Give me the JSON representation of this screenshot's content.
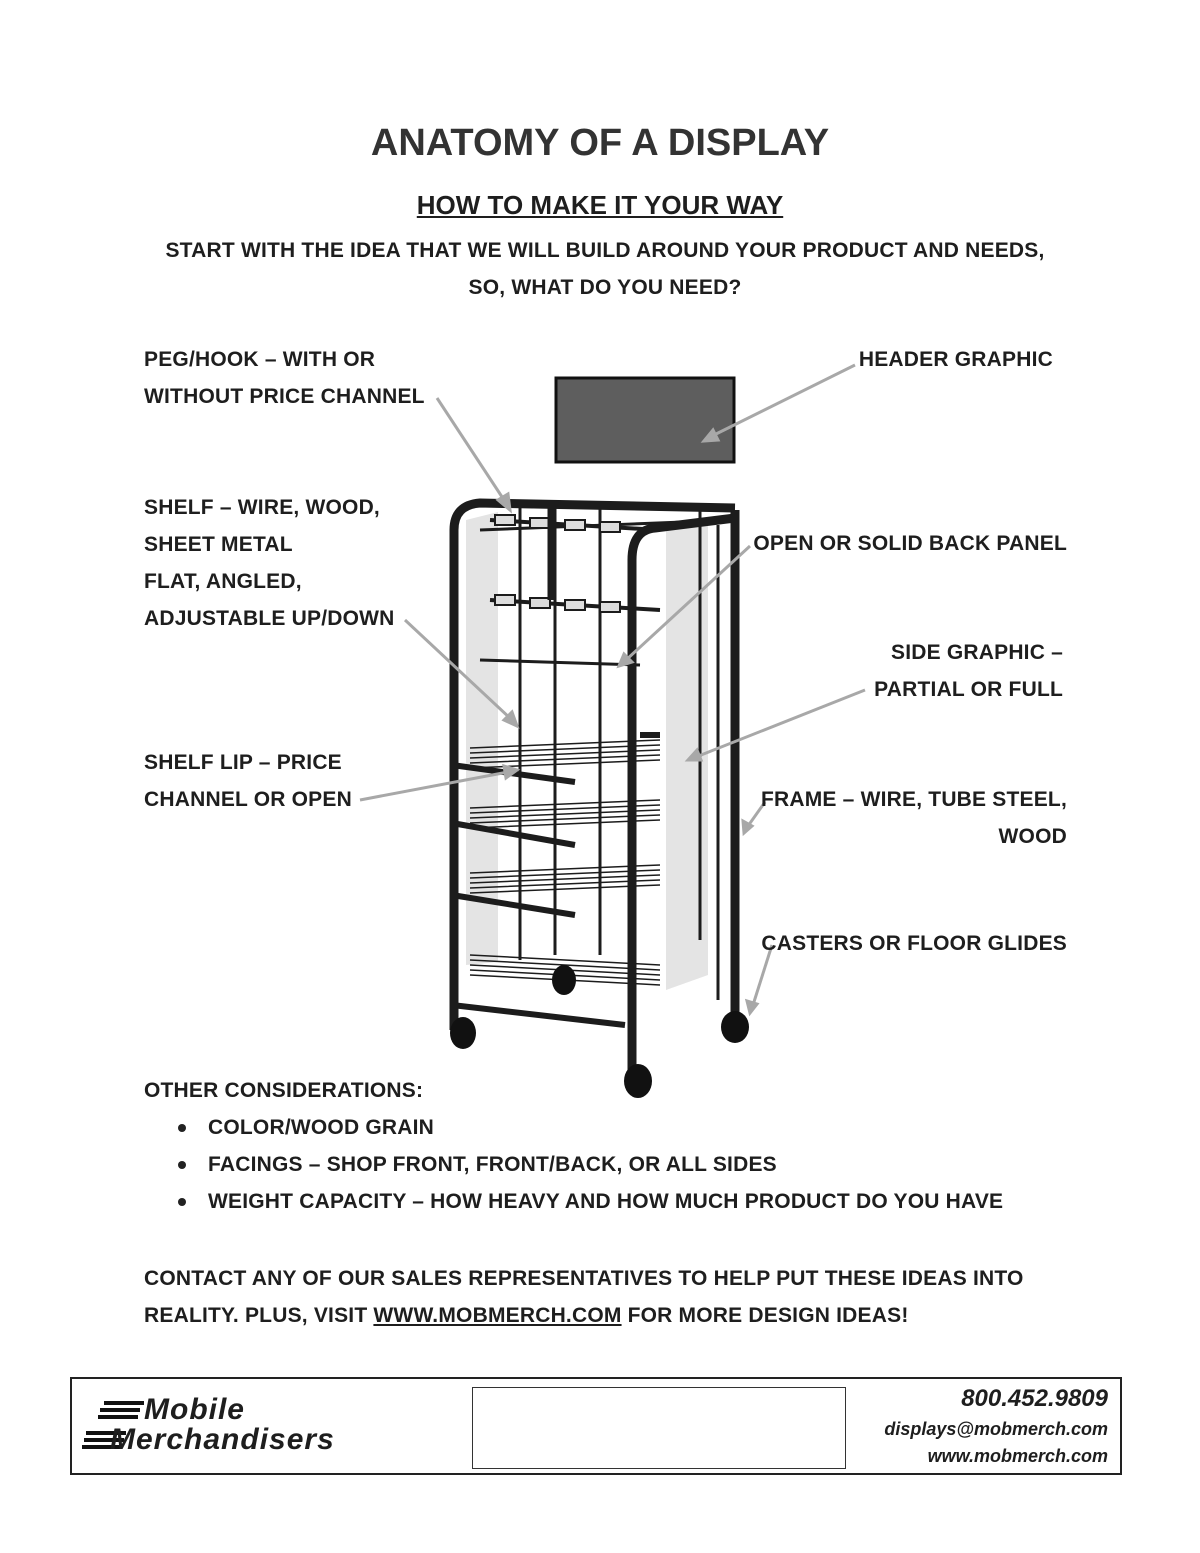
{
  "header": {
    "title": "ANATOMY OF A DISPLAY",
    "subtitle": "HOW TO MAKE IT YOUR WAY",
    "intro_line1": "START WITH THE IDEA THAT WE WILL BUILD AROUND YOUR PRODUCT AND NEEDS,",
    "intro_line2": "SO, WHAT DO YOU NEED?"
  },
  "callouts": {
    "peg_hook": [
      "PEG/HOOK – WITH OR",
      "WITHOUT PRICE CHANNEL"
    ],
    "shelf": [
      "SHELF – WIRE, WOOD,",
      "SHEET METAL",
      "FLAT, ANGLED,",
      "ADJUSTABLE UP/DOWN"
    ],
    "shelf_lip": [
      "SHELF LIP – PRICE",
      "CHANNEL OR OPEN"
    ],
    "header_graphic": [
      "HEADER GRAPHIC"
    ],
    "back_panel": [
      "OPEN OR SOLID BACK PANEL"
    ],
    "side_graphic": [
      "SIDE GRAPHIC –",
      "PARTIAL OR FULL"
    ],
    "frame": [
      "FRAME – WIRE, TUBE STEEL,",
      "WOOD"
    ],
    "casters": [
      "CASTERS OR FLOOR GLIDES"
    ]
  },
  "considerations": {
    "heading": "OTHER CONSIDERATIONS:",
    "items": [
      "COLOR/WOOD GRAIN",
      "FACINGS – SHOP FRONT, FRONT/BACK, OR ALL SIDES",
      "WEIGHT CAPACITY – HOW HEAVY AND HOW MUCH PRODUCT DO YOU HAVE"
    ]
  },
  "contact_text": {
    "line1": "CONTACT ANY OF OUR SALES REPRESENTATIVES TO HELP PUT THESE IDEAS INTO",
    "line2_pre": "REALITY. PLUS, VISIT ",
    "link": "WWW.MOBMERCH.COM",
    "line2_post": " FOR MORE DESIGN IDEAS!"
  },
  "footer": {
    "logo_line1": "Mobile",
    "logo_line2": "Merchandisers",
    "phone": "800.452.9809",
    "email": "displays@mobmerch.com",
    "website": "www.mobmerch.com"
  },
  "colors": {
    "arrow": "#a8a8a8",
    "frame": "#1c1c1c",
    "header_panel": "#5e5e5e",
    "side_panel": "#e4e4e4"
  }
}
